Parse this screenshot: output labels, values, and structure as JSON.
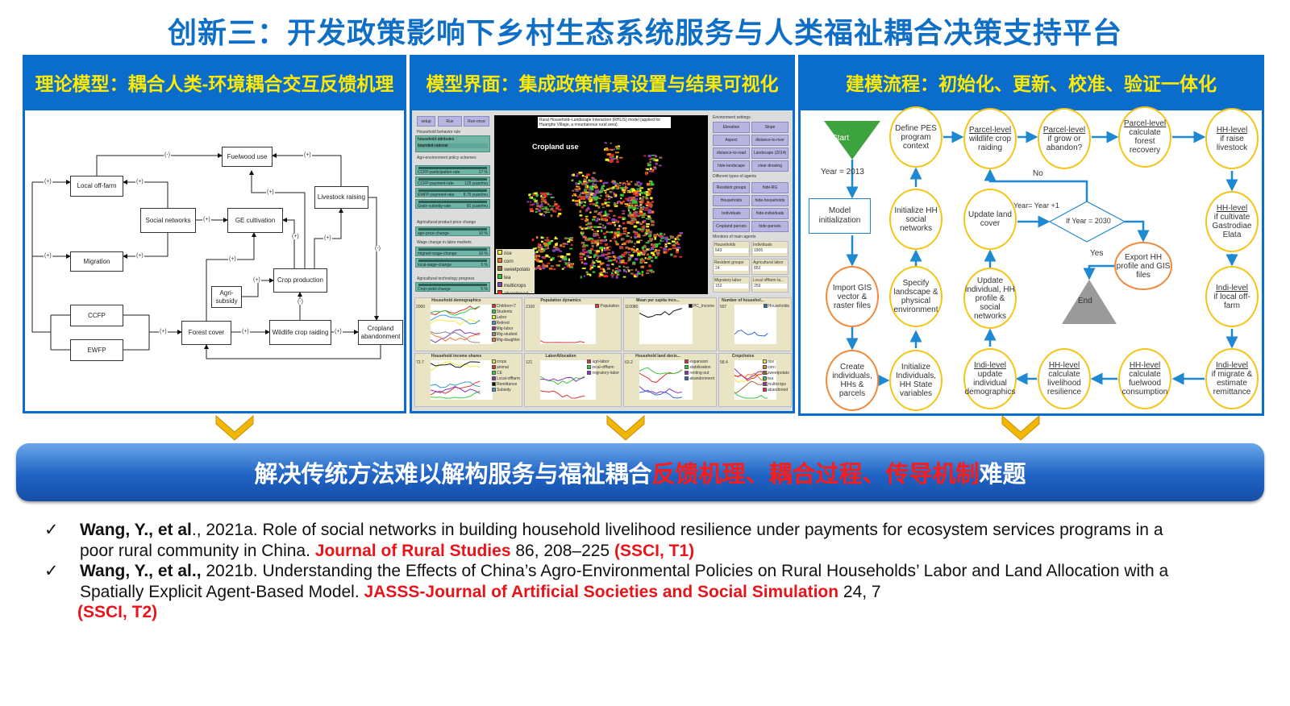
{
  "title": "创新三：开发政策影响下乡村生态系统服务与人类福祉耦合决策支持平台",
  "panels": {
    "left": {
      "header": "理论模型：耦合人类-环境耦合交互反馈机理"
    },
    "middle": {
      "header": "模型界面：集成政策情景设置与结果可视化"
    },
    "right": {
      "header": "建模流程：初始化、更新、校准、验证一体化"
    }
  },
  "causal_diagram": {
    "boxes": [
      "Fuelwood use",
      "Local off-farm",
      "Livestock raising",
      "Social networks",
      "GE cultivation",
      "Migration",
      "Crop production",
      "Agri-subsidy",
      "CCFP",
      "EWFP",
      "Forest cover",
      "Wildlife crop raiding",
      "Cropland abandonment"
    ],
    "edge_labels": [
      "(-)",
      "(+)",
      "(+)",
      "(+)",
      "(+)",
      "(+)",
      "(+)",
      "(+)",
      "(+)",
      "(+)",
      "(+)",
      "(-)",
      "(+)",
      "(+)",
      "(+)",
      "(+)",
      "(-)"
    ]
  },
  "model_interface": {
    "buttons": [
      "setup",
      "Run",
      "Run-once"
    ],
    "model_title": "Rural Household–Landscape Interaction (RHLIS) model (applied for Huanghe Village, a mountainous rural area)",
    "map_label": "Cropland use",
    "legend": [
      "rice",
      "corn",
      "sweetpotato",
      "tea",
      "multicrops",
      "abandoned"
    ],
    "legend_colors": [
      "#f4ee2a",
      "#f07b1a",
      "#9a6a44",
      "#33c43a",
      "#8a3fb5",
      "#e02a2a"
    ],
    "section_labels": [
      "Household behavior rule",
      "Agri-environment policy schemes",
      "Agricultural product price change",
      "Wage change in labor markets",
      "Agricultural technology progress"
    ],
    "chooser": {
      "label": "household-attributes",
      "value": "bounded-rational"
    },
    "sliders": [
      {
        "name": "CCFP-participation-rate",
        "value": "17 %"
      },
      {
        "name": "CCFP-payment-rate",
        "value": "125 yuan/mu"
      },
      {
        "name": "EWFP-payment-rate",
        "value": "8.75 yuan/mu"
      },
      {
        "name": "Grain-subsidy-rate",
        "value": "81 yuan/mu"
      },
      {
        "name": "agri-price-change",
        "value": "10 %"
      },
      {
        "name": "migrant-wage-change",
        "value": "10 %"
      },
      {
        "name": "local-wage-change",
        "value": "5 %"
      },
      {
        "name": "Crop-yield-change",
        "value": "5 %"
      }
    ],
    "env_label": "Environment settings",
    "env_buttons": [
      "Elevation",
      "Slope",
      "Aspect",
      "distance-to-river",
      "distance-to-road",
      "Landscape (2014)",
      "hide-landscape",
      "clear-drawing"
    ],
    "agent_label": "Different types of agents",
    "agent_buttons": [
      "Resident groups",
      "hide-RG",
      "Households",
      "hide-households",
      "Individuals",
      "hide-individuals",
      "Cropland parcels",
      "hide-parcels"
    ],
    "monitor_label": "Monitors of main agents",
    "monitors": [
      {
        "name": "Households",
        "value": "543"
      },
      {
        "name": "Individuals",
        "value": "1906"
      },
      {
        "name": "Resident groups",
        "value": "24"
      },
      {
        "name": "Agricultural labor",
        "value": "852"
      },
      {
        "name": "Migratory labor",
        "value": "152"
      },
      {
        "name": "Local offfarm la...",
        "value": "259"
      }
    ],
    "plots": [
      {
        "title": "Household demographics",
        "ymax": "2000",
        "legend": [
          "Children<7",
          "Students",
          "Labor",
          "Retired",
          "Mig-labor",
          "Mig-student",
          "Mig-daughter"
        ],
        "colors": [
          "#d33",
          "#3c3",
          "#ee3",
          "#39c",
          "#83b",
          "#888",
          "#e73"
        ]
      },
      {
        "title": "Population dynamics",
        "ymax": "2100",
        "legend": [
          "Population"
        ],
        "colors": [
          "#d33"
        ]
      },
      {
        "title": "Mean per capita inco...",
        "ymax": "110080",
        "legend": [
          "PC_Income"
        ],
        "colors": [
          "#111"
        ]
      },
      {
        "title": "Number of househol...",
        "ymax": "597",
        "legend": [
          "Households"
        ],
        "colors": [
          "#36c"
        ]
      },
      {
        "title": "Household income shares",
        "ymax": "73.7",
        "legend": [
          "crops",
          "animal",
          "CE",
          "Local-offfarm",
          "Remittance",
          "Subsidy"
        ],
        "colors": [
          "#ee3",
          "#d33",
          "#3c3",
          "#83b",
          "#111",
          "#39c"
        ]
      },
      {
        "title": "LaborAllocation",
        "ymax": "121",
        "legend": [
          "agri-labor",
          "local-offfarm",
          "migratory-labor"
        ],
        "colors": [
          "#d33",
          "#3c3",
          "#83b"
        ]
      },
      {
        "title": "Household land decis...",
        "ymax": "63.2",
        "legend": [
          "expansion",
          "stabilization",
          "renting-out",
          "abandonment"
        ],
        "colors": [
          "#d33",
          "#3c3",
          "#83b",
          "#36c"
        ]
      },
      {
        "title": "Cropchoice",
        "ymax": "58.4",
        "legend": [
          "rice",
          "corn",
          "sweetpotato",
          "tea",
          "multicrops",
          "abandoned"
        ],
        "colors": [
          "#ee3",
          "#e73",
          "#963",
          "#3c3",
          "#83b",
          "#d33"
        ]
      }
    ]
  },
  "flowchart": {
    "start": "Start",
    "end": "End",
    "model_init": "Model initialization",
    "decision": "If Year = 2030",
    "labels": {
      "year_init": "Year = 2013",
      "no": "No",
      "yes": "Yes",
      "increment": "Year= Year +1"
    },
    "nodes": [
      {
        "level": "",
        "text": "Import GIS vector & raster files"
      },
      {
        "level": "",
        "text": "Create individuals, HHs & parcels"
      },
      {
        "level": "",
        "text": "Define PES program context"
      },
      {
        "level": "",
        "text": "Initialize HH social networks"
      },
      {
        "level": "",
        "text": "Specify landscape & physical environment"
      },
      {
        "level": "",
        "text": "Initialize Individuals, HH State variables"
      },
      {
        "level": "Parcel-level",
        "text": "wildlife crop raiding"
      },
      {
        "level": "",
        "text": "Update land cover"
      },
      {
        "level": "",
        "text": "Update individual, HH profile & social networks"
      },
      {
        "level": "Indi-level",
        "text": "update individual demographics"
      },
      {
        "level": "Parcel-level",
        "text": "if grow or abandon?"
      },
      {
        "level": "HH-level",
        "text": "calculate livelihood resilience"
      },
      {
        "level": "",
        "text": "Export HH profile and GIS files"
      },
      {
        "level": "Parcel-level",
        "text": "calculate forest recovery"
      },
      {
        "level": "HH-level",
        "text": "calculate fuelwood consumption"
      },
      {
        "level": "HH-level",
        "text": "if raise livestock"
      },
      {
        "level": "HH-level",
        "text": "if cultivate Gastrodiae Elata"
      },
      {
        "level": "Indi-level",
        "text": "if local off-farm"
      },
      {
        "level": "Indi-level",
        "text": "if migrate & estimate remittance"
      }
    ]
  },
  "banner": {
    "text_white_1": "解决传统方法难以解构服务与福祉耦合",
    "text_red": "反馈机理、耦合过程、传导机制",
    "text_white_2": "难题"
  },
  "references": [
    {
      "check": "✓",
      "authors": "Wang, Y., et al",
      "rest": "., 2021a. Role of social networks in building household livelihood resilience under payments for ecosystem services programs in a poor rural community in China. ",
      "journal": "Journal of Rural Studies",
      "volume": " 86, 208–225  ",
      "index": "(SSCI, T1)"
    },
    {
      "check": "✓",
      "authors": "Wang, Y., et al.,",
      "rest": " 2021b. Understanding the Effects of China’s Agro-Environmental Policies on Rural Households’ Labor and Land Allocation with a Spatially Explicit Agent-Based Model. ",
      "journal": "JASSS-Journal of Artificial Societies and Social Simulation",
      "volume": " 24, 7 ",
      "index": "(SSCI, T2)"
    }
  ],
  "colors": {
    "brand_blue": "#0a6ccb",
    "header_yellow": "#ffea00",
    "highlight_red": "#e8141a",
    "chevron_gold": "#f2b705"
  }
}
